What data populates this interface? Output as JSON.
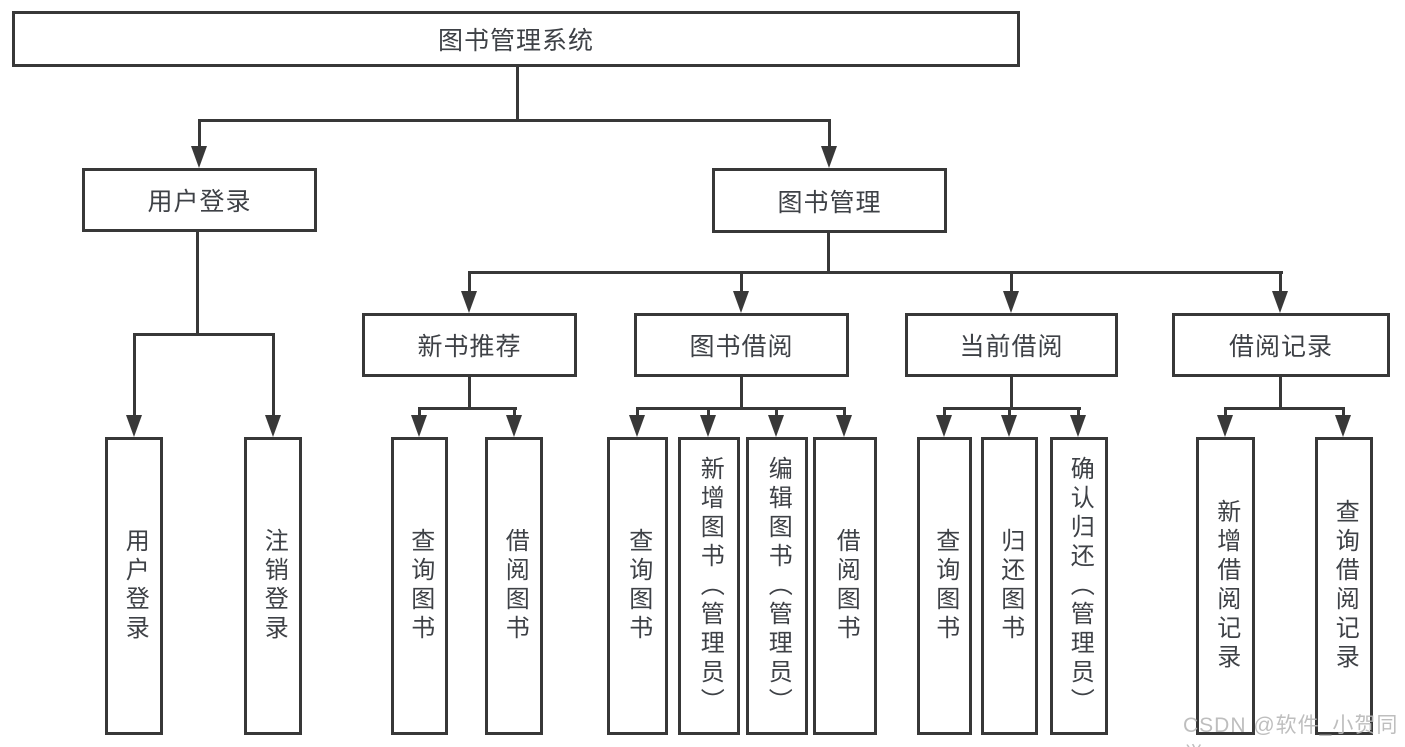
{
  "diagram": {
    "title": "图书管理系统",
    "tree": {
      "label": "图书管理系统",
      "children": [
        {
          "label": "用户登录",
          "children": [
            {
              "label": "用户登录"
            },
            {
              "label": "注销登录"
            }
          ]
        },
        {
          "label": "图书管理",
          "children": [
            {
              "label": "新书推荐",
              "children": [
                {
                  "label": "查询图书"
                },
                {
                  "label": "借阅图书"
                }
              ]
            },
            {
              "label": "图书借阅",
              "children": [
                {
                  "label": "查询图书"
                },
                {
                  "label": "新增图书（管理员）"
                },
                {
                  "label": "编辑图书（管理员）"
                },
                {
                  "label": "借阅图书"
                }
              ]
            },
            {
              "label": "当前借阅",
              "children": [
                {
                  "label": "查询图书"
                },
                {
                  "label": "归还图书"
                },
                {
                  "label": "确认归还（管理员）"
                }
              ]
            },
            {
              "label": "借阅记录",
              "children": [
                {
                  "label": "新增借阅记录"
                },
                {
                  "label": "查询借阅记录"
                }
              ]
            }
          ]
        }
      ]
    },
    "watermark": "CSDN @软件_小贺同学",
    "colors": {
      "line": "#383838",
      "text": "#3e4146",
      "background": "#ffffff",
      "watermark": "#b8b8b8"
    }
  }
}
